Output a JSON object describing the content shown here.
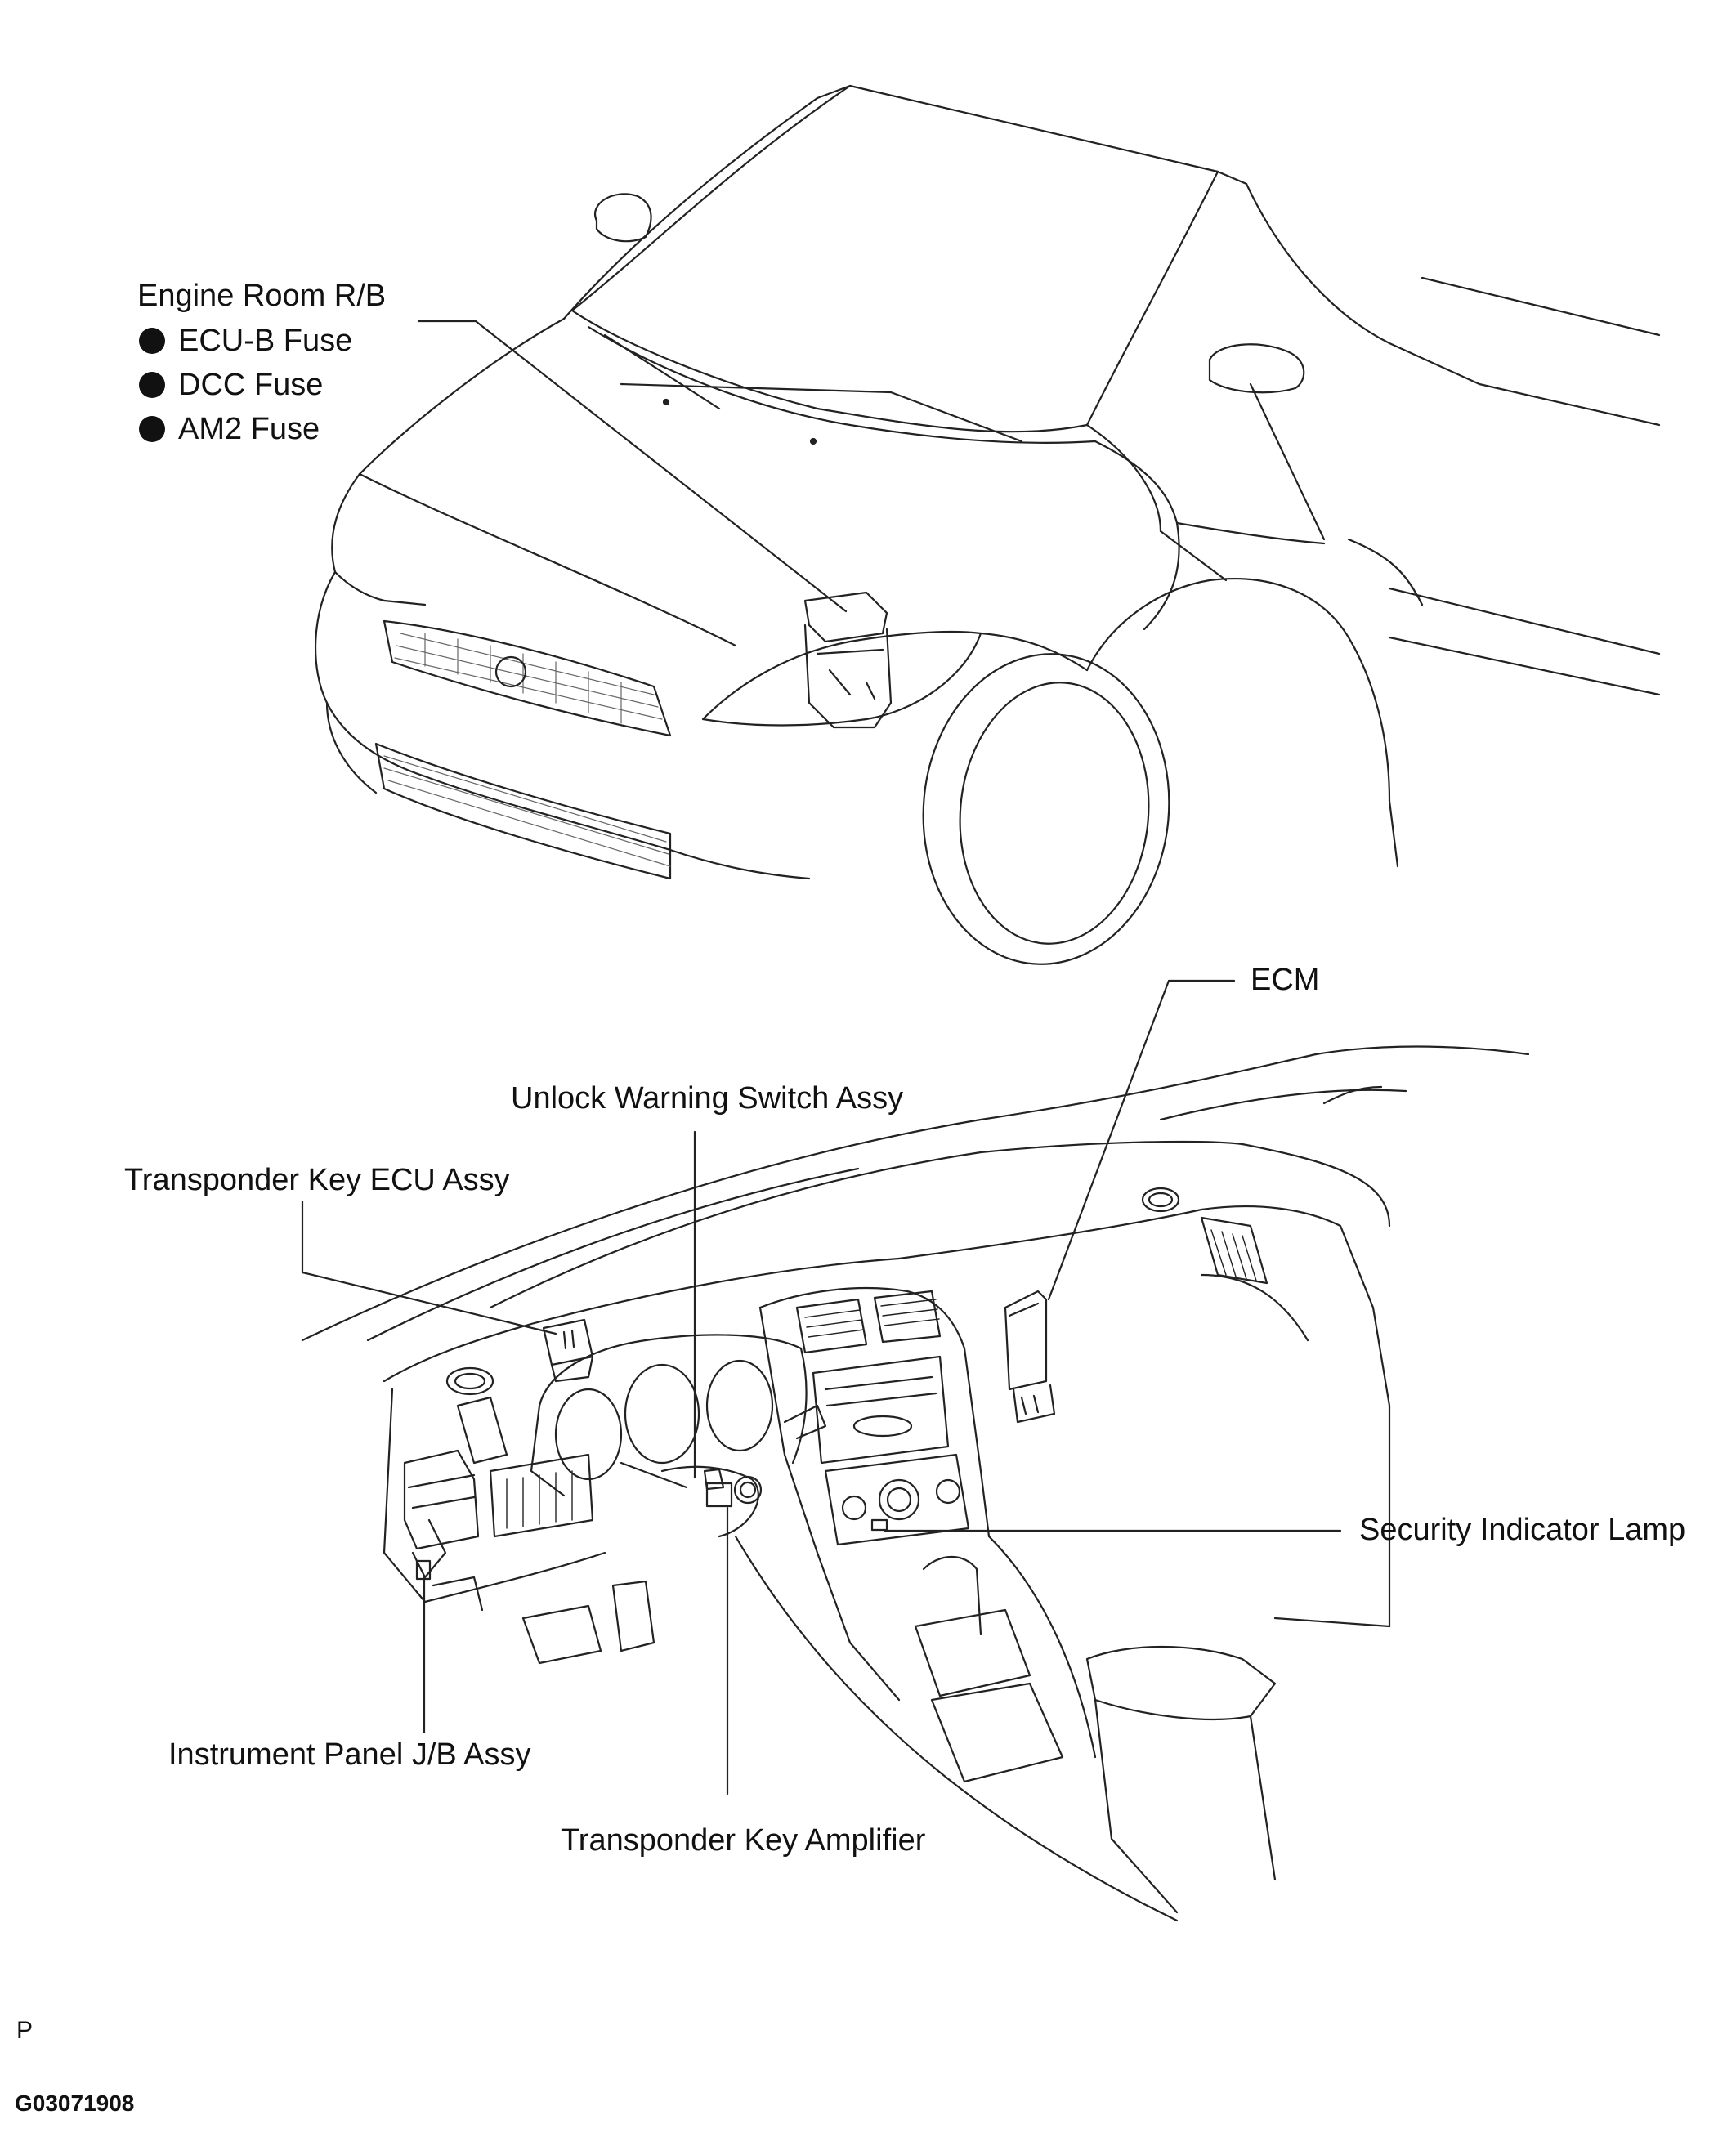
{
  "callouts": {
    "engine_room": {
      "title": "Engine Room R/B",
      "fuses": [
        "ECU-B Fuse",
        "DCC Fuse",
        "AM2 Fuse"
      ]
    },
    "ecm": "ECM",
    "unlock_warning_switch": "Unlock Warning Switch Assy",
    "transponder_key_ecu": "Transponder Key ECU Assy",
    "security_indicator_lamp": "Security Indicator Lamp",
    "instrument_panel_jb": "Instrument Panel J/B Assy",
    "transponder_key_amplifier": "Transponder Key Amplifier"
  },
  "footer": {
    "section_letter": "P",
    "figure_code": "G03071908"
  }
}
